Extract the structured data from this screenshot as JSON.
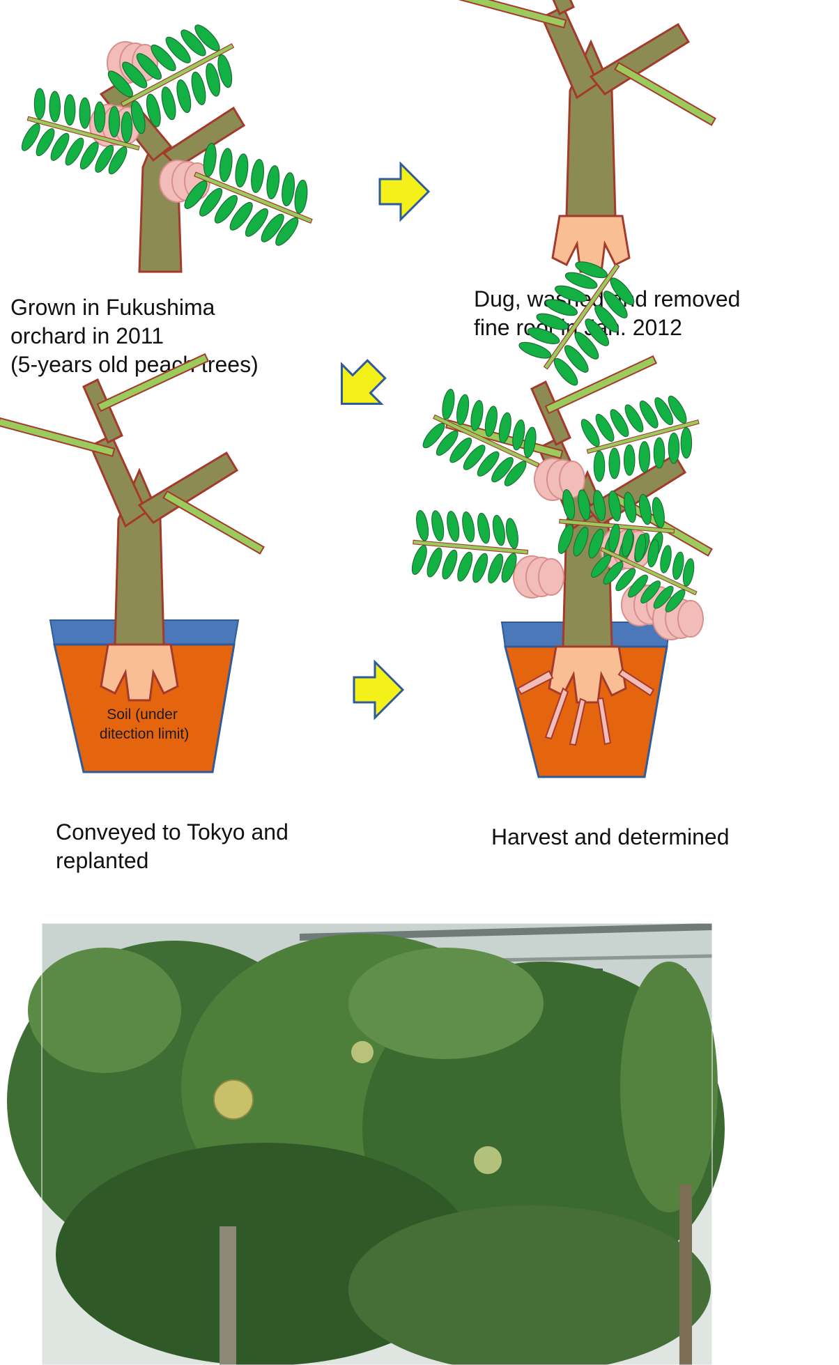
{
  "steps": [
    {
      "caption_lines": [
        "Grown in Fukushima",
        "orchard  in 2011",
        "(5-years old peach trees)"
      ]
    },
    {
      "caption_lines": [
        "Dug, washed and removed",
        "fine root in Jan. 2012"
      ]
    },
    {
      "caption_lines": [
        "Conveyed to Tokyo and",
        "replanted"
      ]
    },
    {
      "caption_lines": [
        "Harvest and determined"
      ]
    }
  ],
  "pot_label_lines": [
    "Soil  (under",
    "ditection limit)"
  ],
  "colors": {
    "trunk": "#8d8b54",
    "outline": "#a33a2c",
    "leaf": "#13b043",
    "leaf_stroke": "#1d6b34",
    "twig": "#9acb5c",
    "fruit": "#f2bdb9",
    "root": "#f9be93",
    "soil": "#e5650f",
    "water": "#4a78b8",
    "arrow": "#f4f01a",
    "arrow_stroke": "#2e5a9e"
  },
  "icons": [
    "arrow-right-icon",
    "arrow-down-left-icon",
    "peach-tree-icon",
    "pot-icon"
  ],
  "photo": {
    "description_visible": false
  }
}
